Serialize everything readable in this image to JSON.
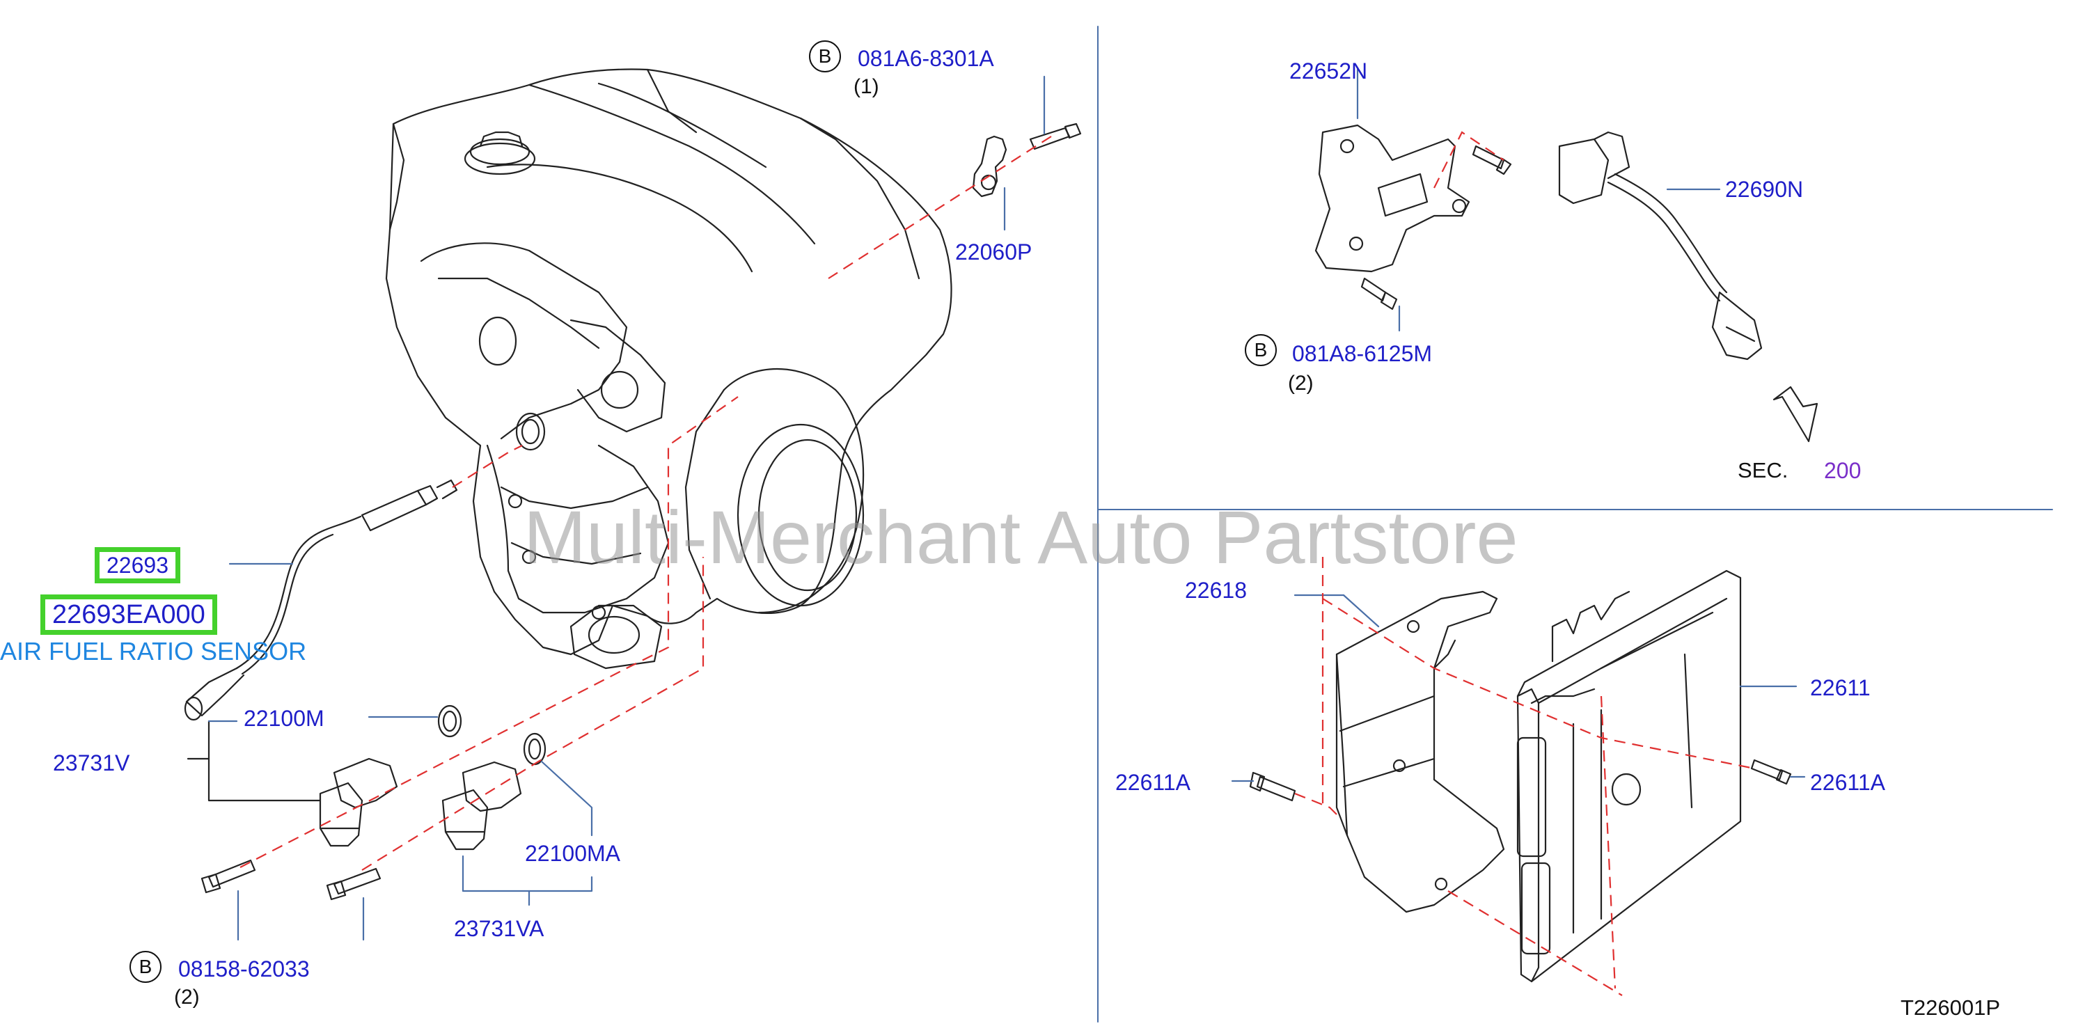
{
  "watermark": "Multi-Merchant Auto Partstore",
  "diagram_code": "T226001P",
  "section_ref": {
    "prefix": "SEC.",
    "number": "200"
  },
  "badge_letter": "B",
  "highlighted": {
    "part_number": "22693",
    "oem_number": "22693EA000",
    "description": "AIR FUEL RATIO SENSOR"
  },
  "parts": {
    "p081a6_8301a": "081A6-8301A",
    "p081a6_qty": "(1)",
    "p22060p": "22060P",
    "p22100m": "22100M",
    "p23731v": "23731V",
    "p22100ma": "22100MA",
    "p23731va": "23731VA",
    "p08158_62033": "08158-62033",
    "p08158_qty": "(2)",
    "p22652n": "22652N",
    "p22690n": "22690N",
    "p081a8_6125m": "081A8-6125M",
    "p081a8_qty": "(2)",
    "p22618": "22618",
    "p22611": "22611",
    "p22611a_left": "22611A",
    "p22611a_right": "22611A"
  },
  "colors": {
    "part_label": "#1e1ec8",
    "highlight_border": "#44d12c",
    "sensor_text": "#1f86e0",
    "section_link": "#7a2fc9",
    "dash_line": "#e03030",
    "drawing": "#222222"
  }
}
